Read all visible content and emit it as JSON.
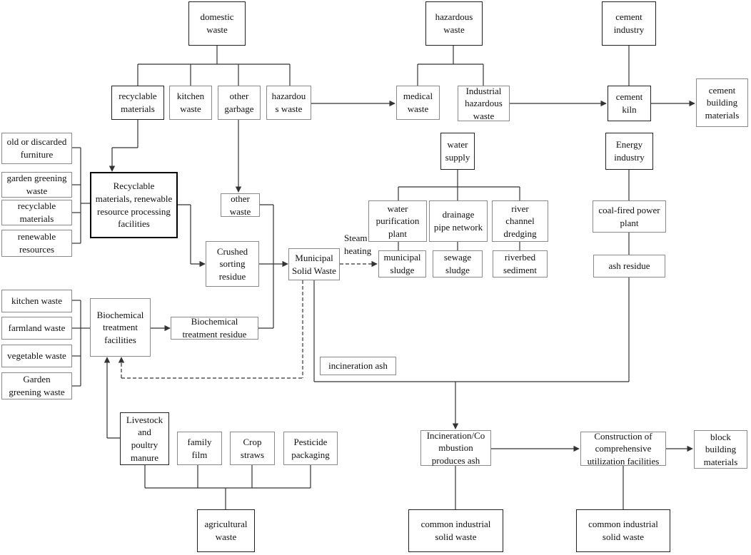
{
  "nodes": {
    "domestic_waste": "domestic\nwaste",
    "hazardous_waste_top": "hazardous\nwaste",
    "cement_industry": "cement\nindustry",
    "recyclable_materials_top": "recyclable\nmaterials",
    "kitchen_waste_top": "kitchen\nwaste",
    "other_garbage": "other\ngarbage",
    "hazardous_waste_sub": "hazardou\ns waste",
    "medical_waste": "medical\nwaste",
    "industrial_hazardous_waste": "Industrial\nhazardous\nwaste",
    "cement_kiln": "cement\nkiln",
    "cement_building_materials": "cement\nbuilding\nmaterials",
    "old_furniture": "old or discarded\nfurniture",
    "garden_greening_waste_left": "garden greening\nwaste",
    "recyclable_materials_left": "recyclable\nmaterials",
    "renewable_resources": "renewable\nresources",
    "recycling_facilities": "Recyclable\nmaterials, renewable\nresource processing\nfacilities",
    "other_waste": "other\nwaste",
    "crushed_sorting_residue": "Crushed\nsorting\nresidue",
    "municipal_solid_waste": "Municipal\nSolid Waste",
    "water_supply": "water\nsupply",
    "water_purification_plant": "water\npurification\nplant",
    "drainage_pipe_network": "drainage\npipe network",
    "river_channel_dredging": "river\nchannel\ndredging",
    "municipal_sludge": "municipal\nsludge",
    "sewage_sludge": "sewage\nsludge",
    "riverbed_sediment": "riverbed\nsediment",
    "energy_industry": "Energy\nindustry",
    "coal_fired_power_plant": "coal-fired power\nplant",
    "ash_residue": "ash residue",
    "kitchen_waste_left": "kitchen waste",
    "farmland_waste": "farmland waste",
    "vegetable_waste": "vegetable waste",
    "garden_greening_waste_left2": "Garden\ngreening waste",
    "biochemical_facilities": "Biochemical\ntreatment\nfacilities",
    "biochemical_residue": "Biochemical\ntreatment residue",
    "incineration_ash": "incineration ash",
    "livestock_manure": "Livestock\nand\npoultry\nmanure",
    "family_film": "family\nfilm",
    "crop_straws": "Crop\nstraws",
    "pesticide_packaging": "Pesticide\npackaging",
    "agricultural_waste": "agricultural\nwaste",
    "incineration_produces_ash": "Incineration/Co\nmbustion\nproduces ash",
    "comprehensive_facilities": "Construction of\ncomprehensive\nutilization facilities",
    "block_building_materials": "block\nbuilding\nmaterials",
    "common_industrial_solid_waste_1": "common industrial\nsolid waste",
    "common_industrial_solid_waste_2": "common industrial\nsolid waste"
  },
  "labels": {
    "steam_heating": "Steam\nheating"
  }
}
